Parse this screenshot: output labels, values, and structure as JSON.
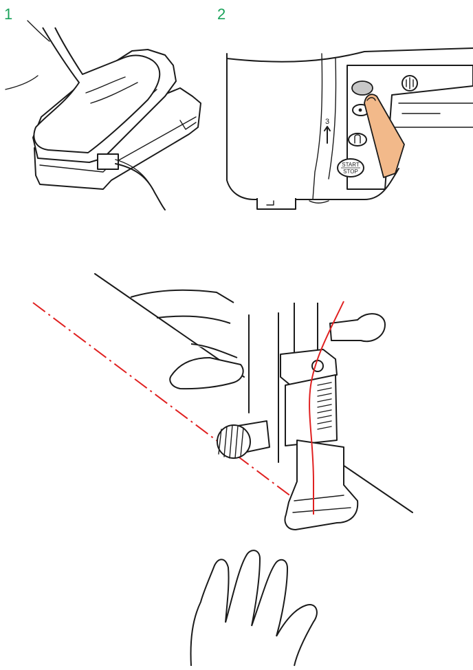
{
  "steps": {
    "step1": "1",
    "step2": "2"
  },
  "panel": {
    "thread_guide_number": "3",
    "start_stop_line1": "START",
    "start_stop_line2": "STOP"
  },
  "colors": {
    "step_number": "#1aa25a",
    "thread": "#e02020",
    "finger": "#f2b98a",
    "button_fill": "#c8c8c8"
  }
}
